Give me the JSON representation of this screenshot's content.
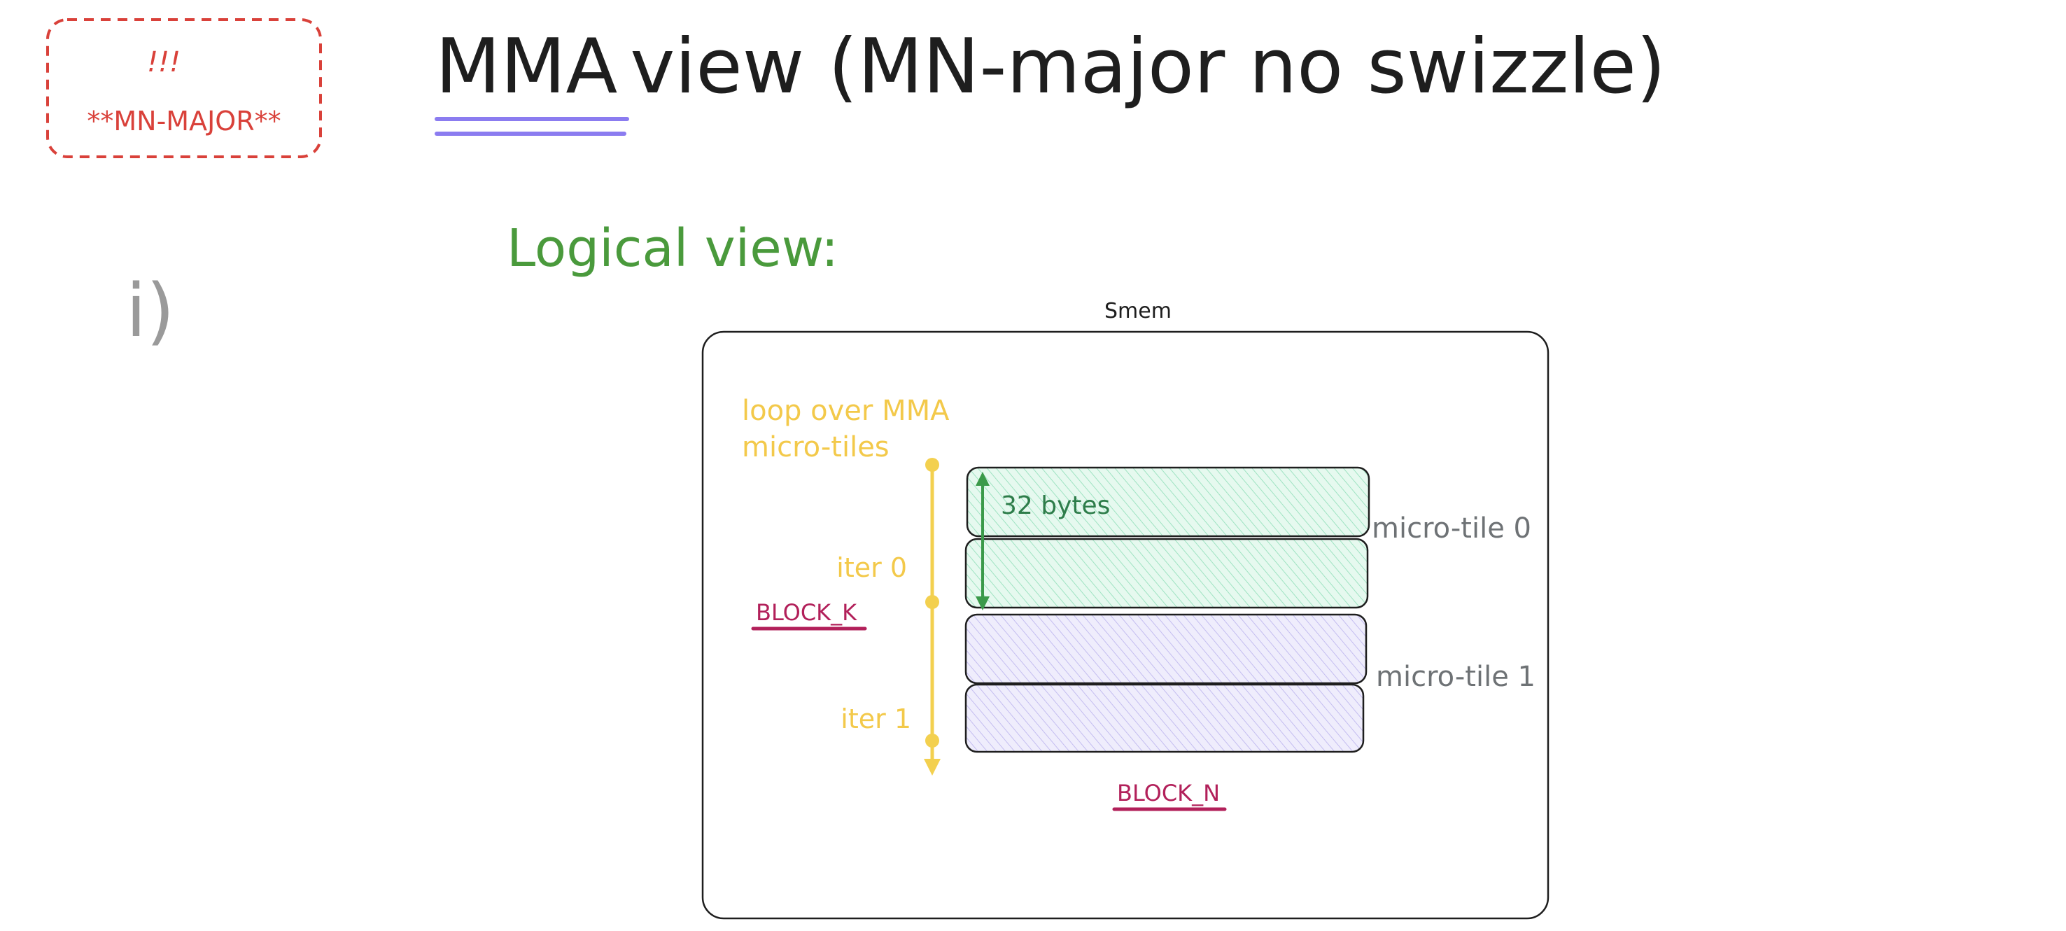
{
  "badge": {
    "line1": "!!!",
    "line2": "**MN-MAJOR**"
  },
  "title": {
    "part1": "MMA",
    "part2": " view (MN-major no swizzle)"
  },
  "section_marker": "i)",
  "logical_view_label": "Logical view:",
  "smem_label": "Smem",
  "loop_label": {
    "line1": "loop over MMA",
    "line2": "micro-tiles"
  },
  "iter_labels": [
    "iter 0",
    "iter 1"
  ],
  "block_k_label": "BLOCK_K",
  "block_n_label": "BLOCK_N",
  "bytes_label": "32 bytes",
  "micro_tile_labels": [
    "micro-tile 0",
    "micro-tile 1"
  ],
  "colors": {
    "badge_red": "#d9413a",
    "title_underline": "#8b7cf0",
    "logical_green": "#4a9a3c",
    "loop_yellow": "#f3d04f",
    "block_magenta": "#b2205a",
    "bytes_green": "#2e7d4a",
    "tile0_fill": "#bff0da",
    "tile1_fill": "#d8d4f7",
    "label_gray": "#6e7275"
  }
}
